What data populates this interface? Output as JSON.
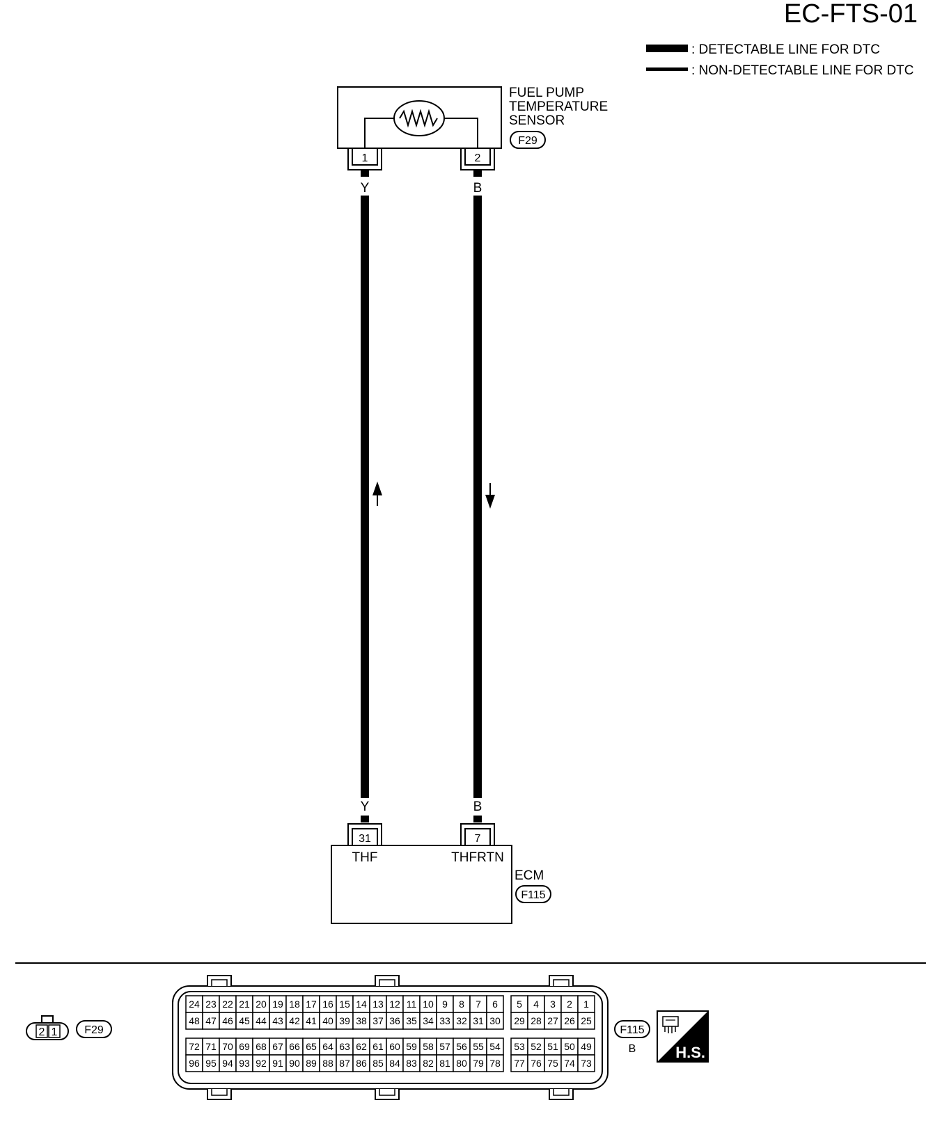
{
  "page_id": "EC-FTS-01",
  "legend": {
    "detectable": ": DETECTABLE LINE FOR DTC",
    "non_detectable": ": NON-DETECTABLE LINE FOR DTC"
  },
  "sensor": {
    "name_line1": "FUEL PUMP",
    "name_line2": "TEMPERATURE",
    "name_line3": "SENSOR",
    "connector": "F29",
    "pin_left": "1",
    "pin_right": "2"
  },
  "wires": {
    "left_color": "Y",
    "right_color": "B"
  },
  "ecm": {
    "name": "ECM",
    "connector": "F115",
    "pin_left": "31",
    "pin_right": "7",
    "terminal_left": "THF",
    "terminal_right": "THFRTN"
  },
  "connector_views": {
    "f29": {
      "label": "F29",
      "pins": [
        "2",
        "1"
      ]
    },
    "f115": {
      "label": "F115",
      "color": "B",
      "row1_main": [
        "24",
        "23",
        "22",
        "21",
        "20",
        "19",
        "18",
        "17",
        "16",
        "15",
        "14",
        "13",
        "12",
        "11",
        "10",
        "9",
        "8",
        "7",
        "6"
      ],
      "row1_small": [
        "5",
        "4",
        "3",
        "2",
        "1"
      ],
      "row2_main": [
        "48",
        "47",
        "46",
        "45",
        "44",
        "43",
        "42",
        "41",
        "40",
        "39",
        "38",
        "37",
        "36",
        "35",
        "34",
        "33",
        "32",
        "31",
        "30"
      ],
      "row2_small": [
        "29",
        "28",
        "27",
        "26",
        "25"
      ],
      "row3_main": [
        "72",
        "71",
        "70",
        "69",
        "68",
        "67",
        "66",
        "65",
        "64",
        "63",
        "62",
        "61",
        "60",
        "59",
        "58",
        "57",
        "56",
        "55",
        "54"
      ],
      "row3_small": [
        "53",
        "52",
        "51",
        "50",
        "49"
      ],
      "row4_main": [
        "96",
        "95",
        "94",
        "93",
        "92",
        "91",
        "90",
        "89",
        "88",
        "87",
        "86",
        "85",
        "84",
        "83",
        "82",
        "81",
        "80",
        "79",
        "78"
      ],
      "row4_small": [
        "77",
        "76",
        "75",
        "74",
        "73"
      ]
    }
  },
  "hs_badge": "H.S."
}
